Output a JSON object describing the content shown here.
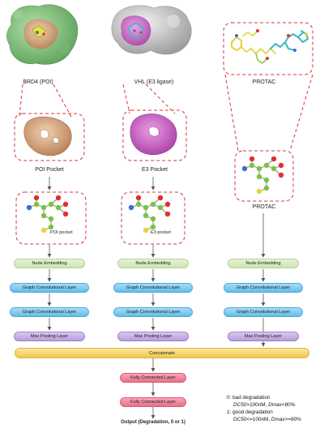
{
  "columns": {
    "poi": {
      "protein_label": "BRD4 (POI)",
      "pocket_label": "POI Pocket",
      "graph_label": "POI pocket",
      "node_embedding": "Node Embedding",
      "gcn1": "Graph Convolutional Layer",
      "gcn2": "Graph Convolutional Layer",
      "pooling": "Max Pooling Layer"
    },
    "e3": {
      "protein_label": "VHL (E3 ligase)",
      "pocket_label": "E3 Pocket",
      "graph_label": "E3 pocket",
      "node_embedding": "Node Embedding",
      "gcn1": "Graph Convolutional Layer",
      "gcn2": "Graph Convolutional Layer",
      "pooling": "Max Pooling Layer"
    },
    "protac": {
      "protein_label": "PROTAC",
      "graph_label": "PROTAC",
      "node_embedding": "Node Embedding",
      "gcn1": "Graph Convolutional Layer",
      "gcn2": "Graph Convolutional Layer",
      "pooling": "Max Pooling Layer"
    }
  },
  "merge": {
    "concatenate": "Concatenate",
    "fc1": "Fully Connected Layer",
    "fc2": "Fully Connected Layer",
    "output": "Output (Degradation, 0 or 1)"
  },
  "legend": {
    "bad_title": "0: bad degradation",
    "bad_criteria_dc": "DC50",
    "bad_criteria_mid": ">100nM, ",
    "bad_criteria_dm": "Dmax",
    "bad_criteria_end": "<80%",
    "good_title": "1: good degradation",
    "good_criteria_dc": "DC50",
    "good_criteria_mid": "<=100nM, ",
    "good_criteria_dm": "Dmax",
    "good_criteria_end": ">=80%"
  },
  "colors": {
    "dashed_red": "#d8343a",
    "arrow": "#555555",
    "atom_carbon": "#7cc242",
    "atom_oxygen": "#e03030",
    "atom_nitrogen": "#3a6fd0",
    "atom_sulfur": "#e8d23a",
    "poi_surface": "#8cc48a",
    "poi_pocket": "#e2b38c",
    "e3_surface": "#c8c8c8",
    "e3_pocket": "#c45fc0"
  }
}
